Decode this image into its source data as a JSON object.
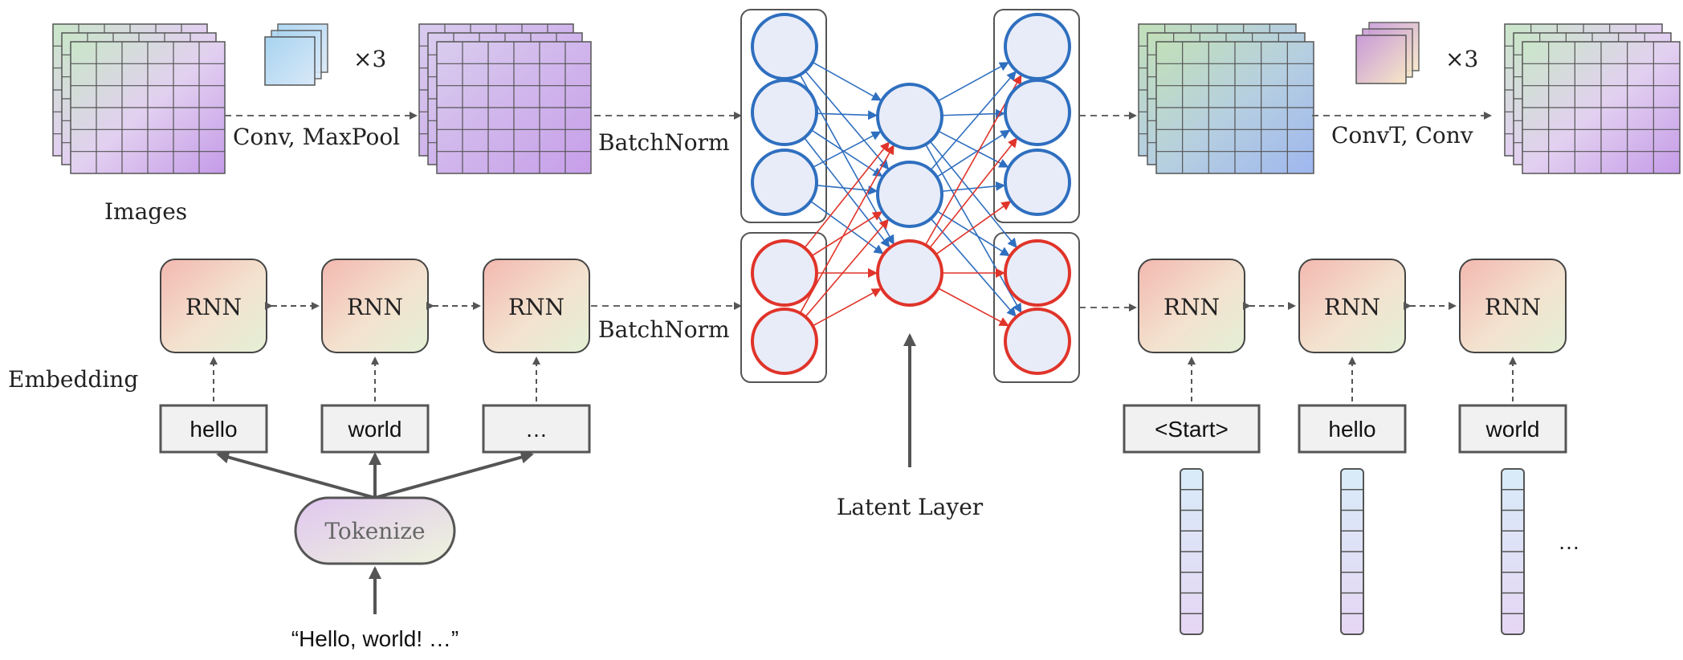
{
  "labels": {
    "images": "Images",
    "conv_maxpool": "Conv, MaxPool",
    "times3_a": "×3",
    "batchnorm_top": "BatchNorm",
    "batchnorm_bottom": "BatchNorm",
    "convt_conv": "ConvT, Conv",
    "times3_b": "×3",
    "embedding": "Embedding",
    "latent_layer": "Latent Layer",
    "tokenize": "Tokenize",
    "input_text": "“Hello, world! …”",
    "ellipsis_out": "…"
  },
  "encoder_rnn": [
    "RNN",
    "RNN",
    "RNN"
  ],
  "encoder_tokens": [
    "hello",
    "world",
    "…"
  ],
  "decoder_rnn": [
    "RNN",
    "RNN",
    "RNN"
  ],
  "decoder_tokens": [
    "<Start>",
    "hello",
    "world"
  ],
  "colors": {
    "blue": "#2f6fbf",
    "red": "#e0342a",
    "arrow": "#555555",
    "node_fill": "#e8ecf8"
  }
}
